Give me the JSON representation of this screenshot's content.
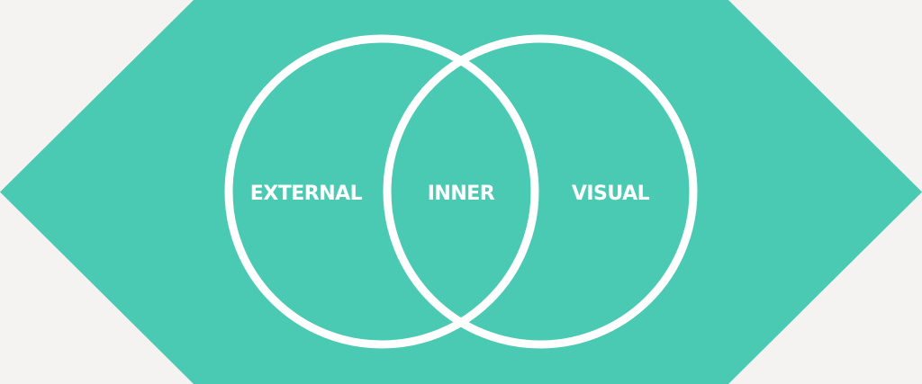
{
  "colors": {
    "background": "#f4f3f1",
    "hexagon": "#4acab2",
    "outline": "#ffffff",
    "text": "#ffffff"
  },
  "diagram": {
    "type": "venn",
    "sets": [
      {
        "label": "EXTERNAL"
      },
      {
        "label": "VISUAL"
      }
    ],
    "intersection_label": "INNER"
  }
}
